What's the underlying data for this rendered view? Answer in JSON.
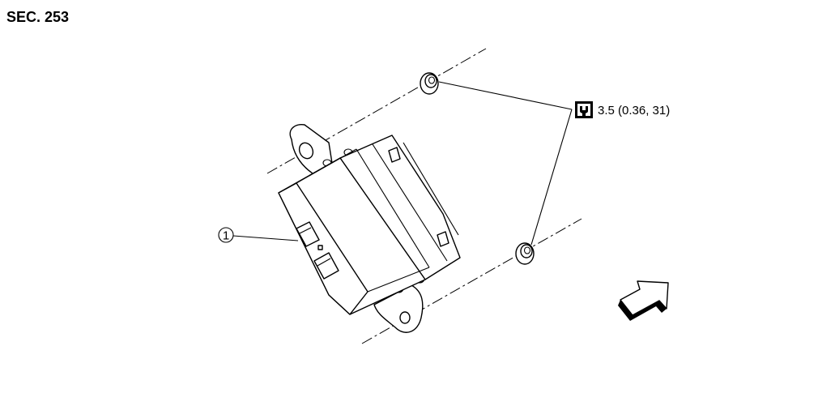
{
  "section_label": "SEC. 253",
  "torque": {
    "value_text": "3.5 (0.36, 31)",
    "icon": "torque-wrench-icon"
  },
  "callouts": [
    {
      "number": "1"
    }
  ],
  "icons": {
    "front_arrow": "front-direction-arrow-icon"
  }
}
